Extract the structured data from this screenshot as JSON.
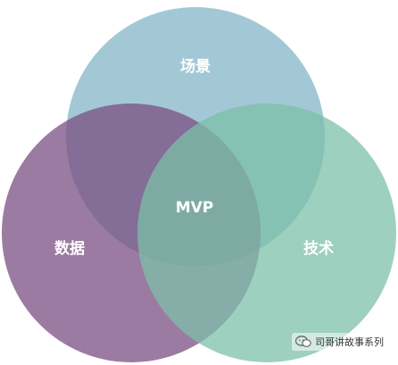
{
  "diagram": {
    "type": "venn",
    "sets": [
      {
        "id": "top",
        "label": "场景",
        "color": "#8fbccc"
      },
      {
        "id": "left",
        "label": "数据",
        "color": "#7a4d82"
      },
      {
        "id": "right",
        "label": "技术",
        "color": "#7cbfa8"
      }
    ],
    "center_label": "MVP"
  },
  "watermark": {
    "icon": "wechat-icon",
    "text": "司哥讲故事系列"
  }
}
